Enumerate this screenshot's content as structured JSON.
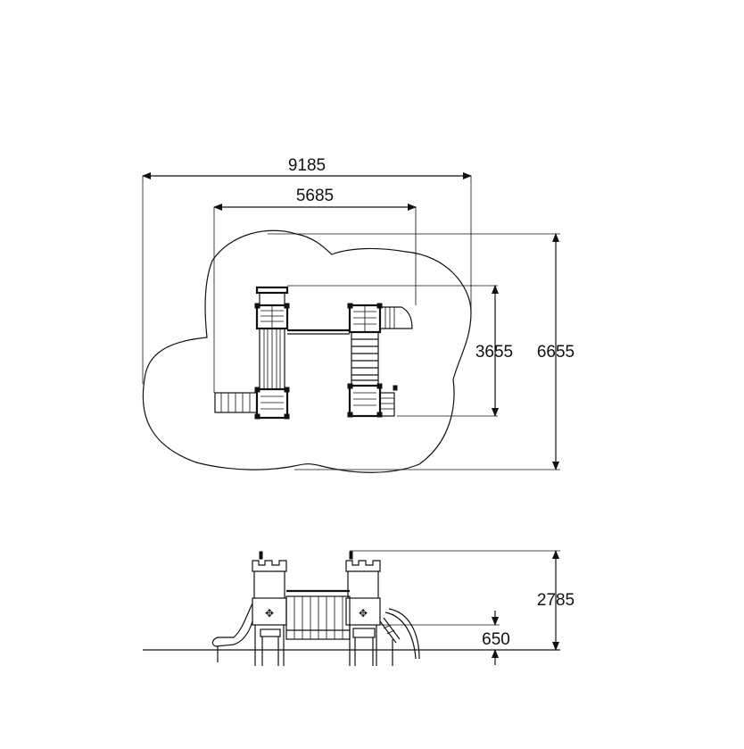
{
  "plan_view": {
    "overall_width_label": "9185",
    "inner_width_label": "5685",
    "inner_depth_label": "3655",
    "overall_depth_label": "6655"
  },
  "elevation_view": {
    "overall_height_label": "2785",
    "platform_height_label": "650"
  }
}
